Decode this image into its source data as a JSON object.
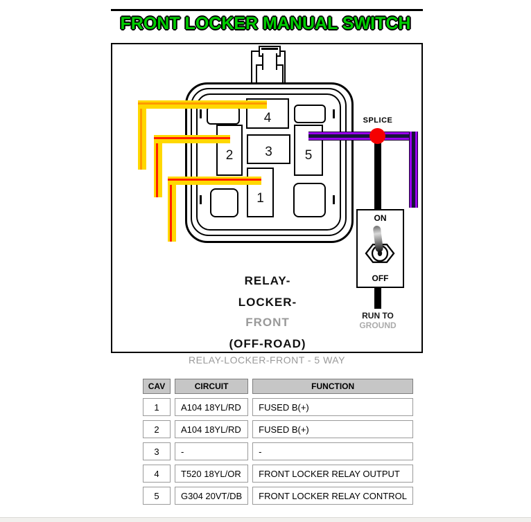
{
  "page": {
    "title": "FRONT LOCKER MANUAL SWITCH"
  },
  "diagram": {
    "cavity_labels": [
      "1",
      "2",
      "3",
      "4",
      "5"
    ],
    "splice_label": "SPLICE",
    "switch_on": "ON",
    "switch_off": "OFF",
    "ground_label_1": "RUN TO",
    "ground_label_2": "GROUND",
    "connector_caption": [
      "RELAY-",
      "LOCKER-",
      "FRONT",
      "(OFF-ROAD)"
    ]
  },
  "subtitle": "RELAY-LOCKER-FRONT - 5 WAY",
  "pin_table": {
    "headers": [
      "CAV",
      "CIRCUIT",
      "FUNCTION"
    ],
    "rows": [
      [
        "1",
        "A104 18YL/RD",
        "FUSED B(+)"
      ],
      [
        "2",
        "A104 18YL/RD",
        "FUSED B(+)"
      ],
      [
        "3",
        "-",
        "-"
      ],
      [
        "4",
        "T520 18YL/OR",
        "FRONT LOCKER RELAY OUTPUT"
      ],
      [
        "5",
        "G304 20VT/DB",
        "FRONT LOCKER RELAY CONTROL"
      ]
    ]
  },
  "colors": {
    "title_green": "#00CE00",
    "wire_yellow": "#FFD800",
    "tracer_red": "#FF2000",
    "tracer_orange": "#FF9900",
    "wire_violet": "#9A00EE",
    "tracer_dark_blue": "#16163A",
    "splice_red": "#F50000",
    "wire_black": "#000000",
    "muted_gray": "#999999",
    "table_header_bg": "#C6C6C6"
  }
}
